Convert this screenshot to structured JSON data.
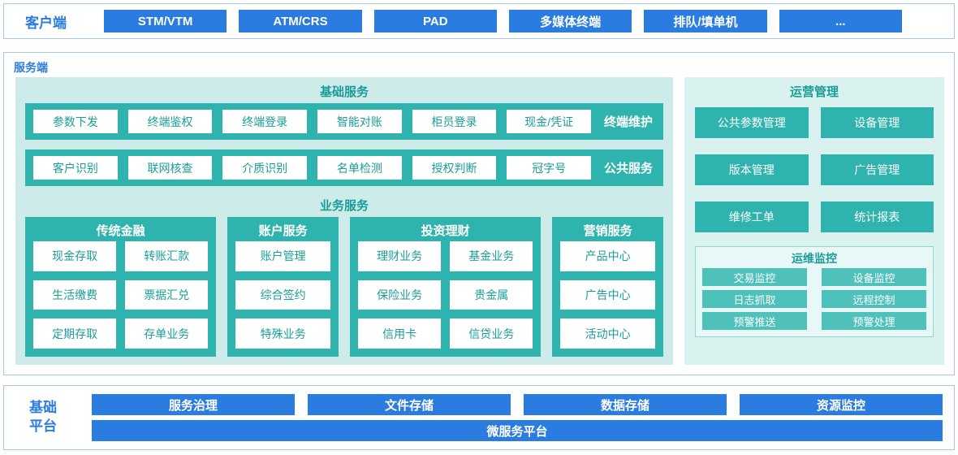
{
  "colors": {
    "blue": "#2B7CE0",
    "blue-border": "#A6C5EF",
    "teal": "#2FB3AE",
    "teal-text": "#1B9D97",
    "panel-bg": "#CDECE9",
    "ops-bg": "#DAF2EF",
    "monitor-bg": "#E8F8F6",
    "monitor-border": "#93D8D2",
    "monitor-btn": "#4DC1BA"
  },
  "client": {
    "label": "客户端",
    "items": [
      "STM/VTM",
      "ATM/CRS",
      "PAD",
      "多媒体终端",
      "排队/填单机",
      "..."
    ]
  },
  "server": {
    "label": "服务端",
    "basic": {
      "title": "基础服务",
      "rows": [
        {
          "label": "终端维护",
          "items": [
            "参数下发",
            "终端鉴权",
            "终端登录",
            "智能对账",
            "柜员登录",
            "现金/凭证"
          ]
        },
        {
          "label": "公共服务",
          "items": [
            "客户识别",
            "联网核查",
            "介质识别",
            "名单检测",
            "授权判断",
            "冠字号"
          ]
        }
      ]
    },
    "business": {
      "title": "业务服务",
      "groups": [
        {
          "title": "传统金融",
          "items": [
            "现金存取",
            "转账汇款",
            "生活缴费",
            "票据汇兑",
            "定期存取",
            "存单业务"
          ]
        },
        {
          "title": "账户服务",
          "items": [
            "账户管理",
            "综合签约",
            "特殊业务"
          ]
        },
        {
          "title": "投资理财",
          "items": [
            "理财业务",
            "基金业务",
            "保险业务",
            "贵金属",
            "信用卡",
            "信贷业务"
          ]
        },
        {
          "title": "营销服务",
          "items": [
            "产品中心",
            "广告中心",
            "活动中心"
          ]
        }
      ]
    },
    "ops": {
      "title": "运营管理",
      "items": [
        "公共参数管理",
        "设备管理",
        "版本管理",
        "广告管理",
        "维修工单",
        "统计报表"
      ],
      "monitor": {
        "title": "运维监控",
        "items": [
          "交易监控",
          "设备监控",
          "日志抓取",
          "远程控制",
          "预警推送",
          "预警处理"
        ]
      }
    }
  },
  "platform": {
    "label": "基础平台",
    "items": [
      "服务治理",
      "文件存储",
      "数据存储",
      "资源监控"
    ],
    "full": "微服务平台"
  }
}
